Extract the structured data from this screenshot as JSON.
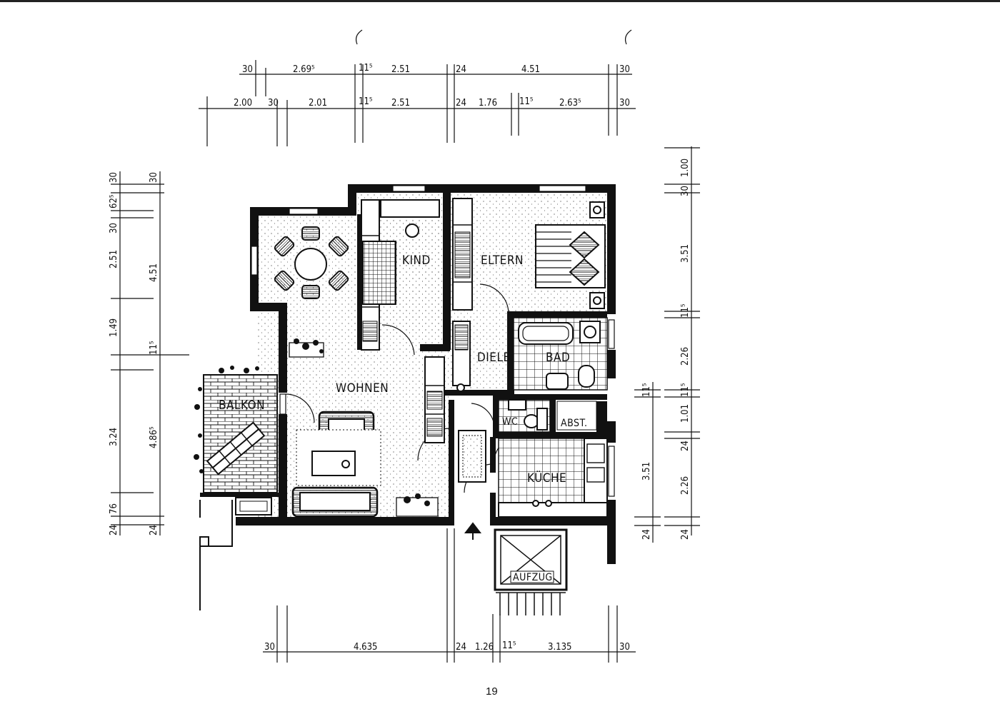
{
  "rooms": {
    "kind": "KIND",
    "eltern": "ELTERN",
    "diele": "DIELE",
    "bad": "BAD",
    "wohnen": "WOHNEN",
    "balkon": "BALKON",
    "wc": "WC",
    "abst": "ABST.",
    "kueche": "KÜCHE",
    "aufzug": "AUFZUG"
  },
  "dimensions": {
    "top_row1": [
      "30",
      "2.69⁵",
      "11⁵",
      "2.51",
      "24",
      "4.51",
      "30"
    ],
    "top_row2": [
      "2.00",
      "30",
      "2.01",
      "11⁵",
      "2.51",
      "24",
      "1.76",
      "11⁵",
      "2.63⁵",
      "30"
    ],
    "bottom": [
      "30",
      "4.635",
      "24",
      "1.26",
      "11⁵",
      "3.135",
      "30"
    ],
    "left_outer": [
      "30",
      "62⁵",
      "30",
      "2.51",
      "1.49",
      "3.24",
      "76",
      "24"
    ],
    "left_inner": [
      "4.51",
      "11⁵",
      "4.86⁵",
      "24"
    ],
    "right_outer": [
      "1.00",
      "30",
      "3.51",
      "11⁵",
      "2.26",
      "11⁵",
      "1.01",
      "24",
      "2.26",
      "24"
    ],
    "right_inner": [
      "11⁵",
      "3.51",
      "24"
    ]
  },
  "page_number": "19"
}
